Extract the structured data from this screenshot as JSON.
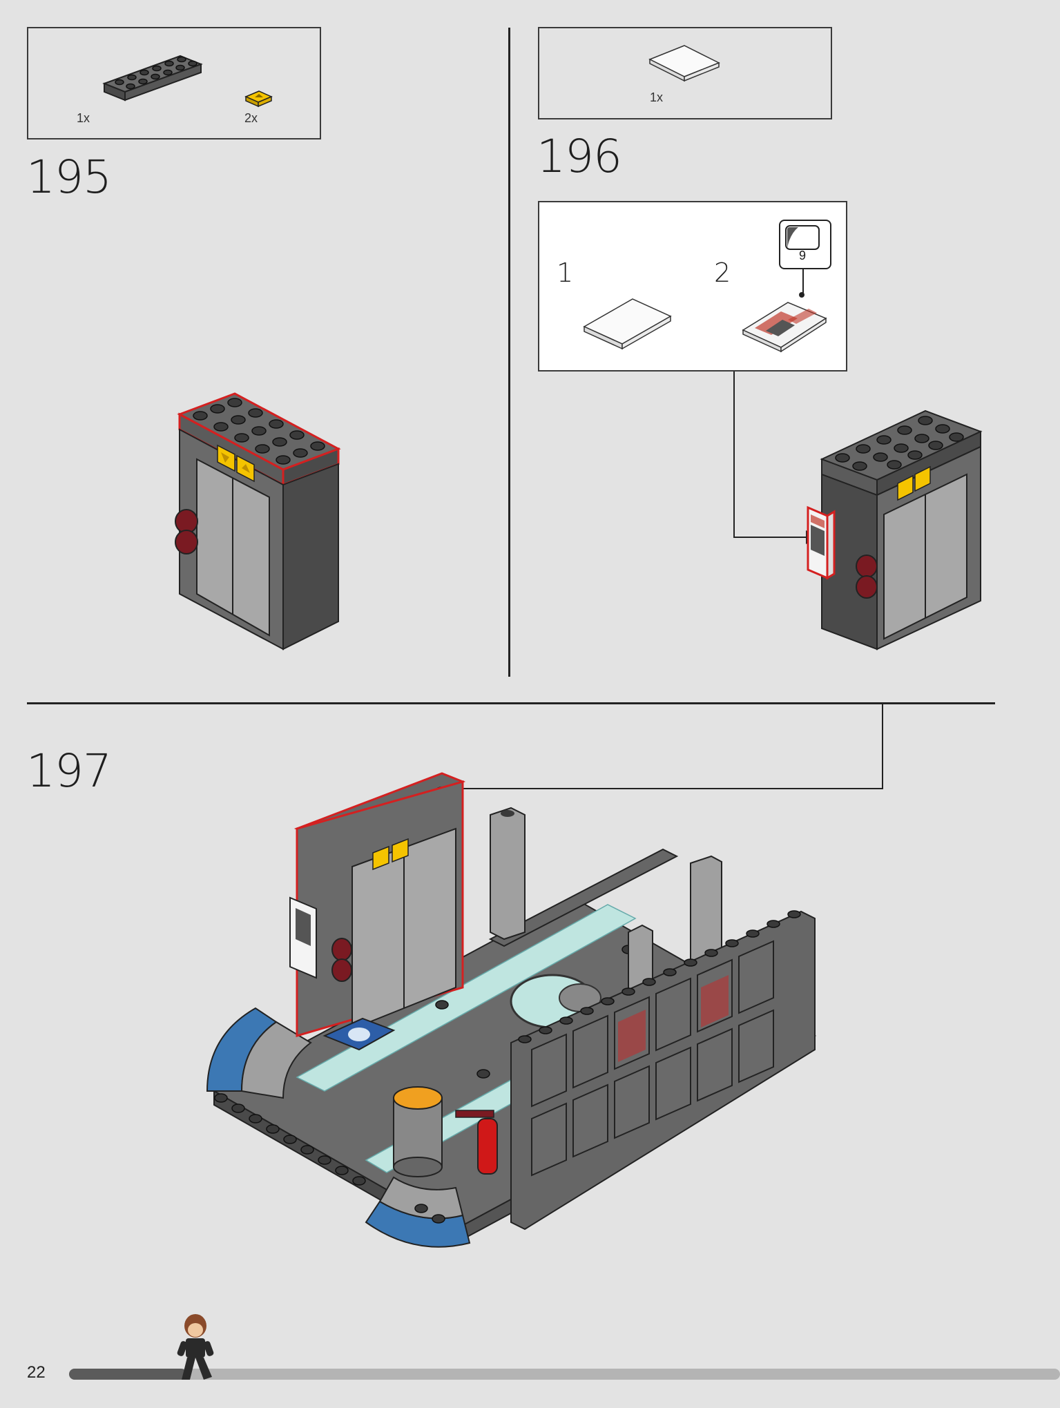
{
  "page": {
    "number": "22"
  },
  "steps": [
    {
      "number": "195",
      "parts": [
        {
          "name": "dark-gray-plate-2x6",
          "qty": "1x"
        },
        {
          "name": "yellow-tile-1x1-arrow",
          "qty": "2x"
        }
      ]
    },
    {
      "number": "196",
      "parts": [
        {
          "name": "white-tile-2x3",
          "qty": "1x"
        }
      ],
      "substeps": [
        {
          "number": "1"
        },
        {
          "number": "2",
          "sticker": "9"
        }
      ]
    },
    {
      "number": "197"
    }
  ],
  "colors": {
    "background": "#e3e3e3",
    "highlight": "#d42020",
    "dark_gray": "#5b5b5b",
    "light_gray": "#a8a8a8",
    "yellow": "#f5c400",
    "blue": "#3c78b4",
    "dark_red": "#7a1a22"
  }
}
